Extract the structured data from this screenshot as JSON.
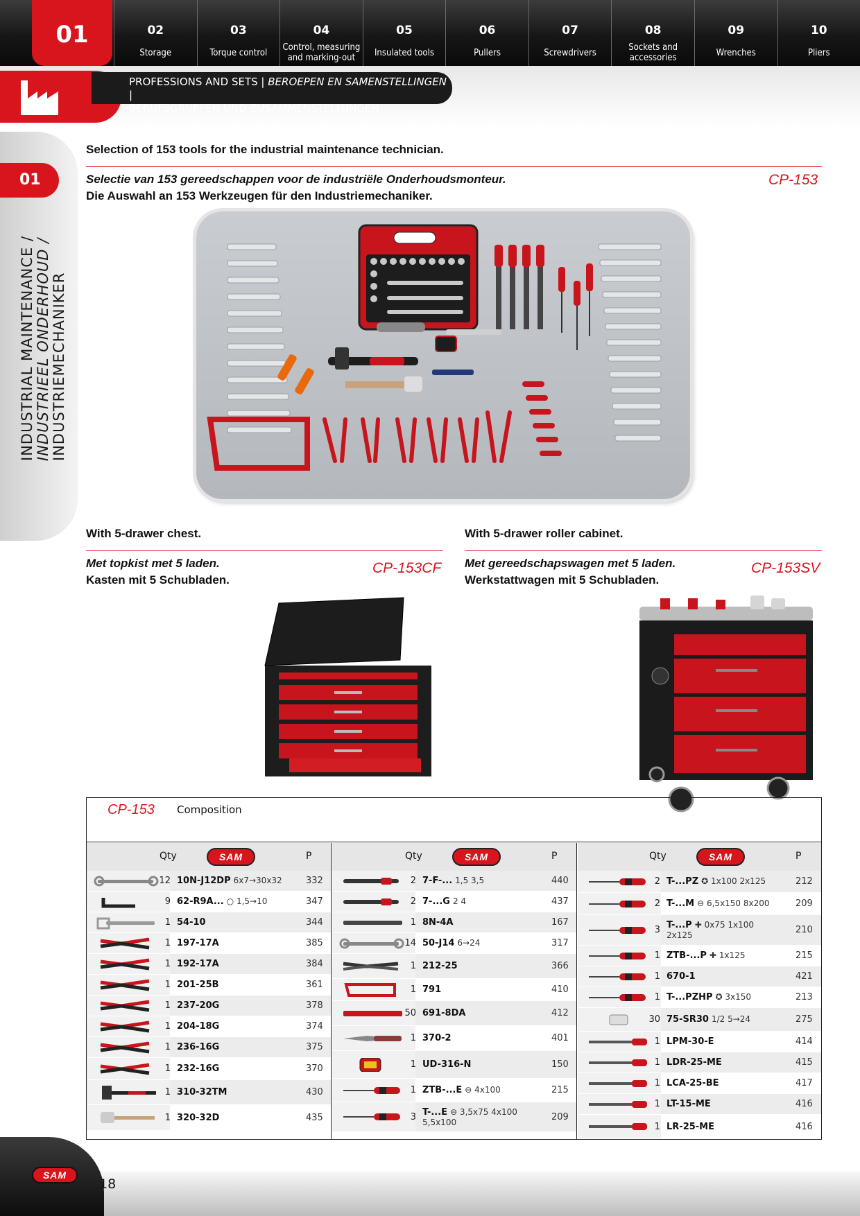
{
  "nav": {
    "active": "01",
    "tabs": [
      {
        "num": "02",
        "label": "Storage"
      },
      {
        "num": "03",
        "label": "Torque control"
      },
      {
        "num": "04",
        "label": "Control, measuring and marking-out"
      },
      {
        "num": "05",
        "label": "Insulated tools"
      },
      {
        "num": "06",
        "label": "Pullers"
      },
      {
        "num": "07",
        "label": "Screwdrivers"
      },
      {
        "num": "08",
        "label": "Sockets and accessories"
      },
      {
        "num": "09",
        "label": "Wrenches"
      },
      {
        "num": "10",
        "label": "Pliers"
      }
    ]
  },
  "section": {
    "line1_a": "PROFESSIONS AND SETS | ",
    "line1_b": "BEROEPEN EN SAMENSTELLINGEN |",
    "line2": "BERUFSGRUPPEN UND ZUSAMMENSTELLUNGEN",
    "side_num": "01",
    "side_line1": "INDUSTRIAL MAINTENANCE /",
    "side_line2": "INDUSTRIEEL ONDERHOUD /",
    "side_line3": "INDUSTRIEMECHANIKER"
  },
  "intro": {
    "en": "Selection of 153 tools for the industrial maintenance technician.",
    "nl": "Selectie van 153 gereedschappen voor de industriële Onderhoudsmonteur.",
    "de": "Die Auswahl an 153 Werkzeugen für den Industriemechaniker.",
    "ref": "CP-153"
  },
  "variant_left": {
    "en": "With 5-drawer chest.",
    "nl": "Met topkist met 5 laden.",
    "de": "Kasten mit 5 Schubladen.",
    "ref": "CP-153CF"
  },
  "variant_right": {
    "en": "With 5-drawer roller cabinet.",
    "nl": "Met gereedschapswagen met 5 laden.",
    "de": "Werkstattwagen mit 5 Schubladen.",
    "ref": "CP-153SV"
  },
  "brand": "SAM",
  "table": {
    "ref": "CP-153",
    "title": "Composition",
    "head_qty": "Qty",
    "head_p": "P",
    "col1": [
      {
        "qty": "12",
        "ref": "10N-J12DP",
        "size": "6x7→30x32",
        "p": "332",
        "icon": "wrench"
      },
      {
        "qty": "9",
        "ref": "62-R9A...",
        "size": "○ 1,5→10",
        "p": "347",
        "icon": "hex-key"
      },
      {
        "qty": "1",
        "ref": "54-10",
        "size": "",
        "p": "344",
        "icon": "adjustable-wrench"
      },
      {
        "qty": "1",
        "ref": "197-17A",
        "size": "",
        "p": "385",
        "icon": "pliers"
      },
      {
        "qty": "1",
        "ref": "192-17A",
        "size": "",
        "p": "384",
        "icon": "pliers"
      },
      {
        "qty": "1",
        "ref": "201-25B",
        "size": "",
        "p": "361",
        "icon": "pliers"
      },
      {
        "qty": "1",
        "ref": "237-20G",
        "size": "",
        "p": "378",
        "icon": "pliers"
      },
      {
        "qty": "1",
        "ref": "204-18G",
        "size": "",
        "p": "374",
        "icon": "pliers"
      },
      {
        "qty": "1",
        "ref": "236-16G",
        "size": "",
        "p": "375",
        "icon": "pliers"
      },
      {
        "qty": "1",
        "ref": "232-16G",
        "size": "",
        "p": "370",
        "icon": "pliers"
      },
      {
        "qty": "1",
        "ref": "310-32TM",
        "size": "",
        "p": "430",
        "icon": "hammer"
      },
      {
        "qty": "1",
        "ref": "320-32D",
        "size": "",
        "p": "435",
        "icon": "mallet"
      }
    ],
    "col2": [
      {
        "qty": "2",
        "ref": "7-F-...",
        "size": "1,5   3,5",
        "p": "440",
        "icon": "punch"
      },
      {
        "qty": "2",
        "ref": "7-...G",
        "size": "2   4",
        "p": "437",
        "icon": "punch"
      },
      {
        "qty": "1",
        "ref": "8N-4A",
        "size": "",
        "p": "167",
        "icon": "chisel"
      },
      {
        "qty": "14",
        "ref": "50-J14",
        "size": "6→24",
        "p": "317",
        "icon": "wrench"
      },
      {
        "qty": "1",
        "ref": "212-25",
        "size": "",
        "p": "366",
        "icon": "locking-pliers"
      },
      {
        "qty": "1",
        "ref": "791",
        "size": "",
        "p": "410",
        "icon": "hacksaw"
      },
      {
        "qty": "50",
        "ref": "691-8DA",
        "size": "",
        "p": "412",
        "icon": "blades"
      },
      {
        "qty": "1",
        "ref": "370-2",
        "size": "",
        "p": "401",
        "icon": "knife"
      },
      {
        "qty": "1",
        "ref": "UD-316-N",
        "size": "",
        "p": "150",
        "icon": "tape-measure"
      },
      {
        "qty": "1",
        "ref": "ZTB-...E",
        "size": "⊖ 4x100",
        "p": "215",
        "icon": "screwdriver"
      },
      {
        "qty": "3",
        "ref": "T-...E",
        "size": "⊖ 3,5x75   4x100",
        "size2": "5,5x100",
        "p": "209",
        "icon": "screwdriver"
      }
    ],
    "col3": [
      {
        "qty": "2",
        "ref": "T-...PZ",
        "size": "✪ 1x100   2x125",
        "p": "212",
        "icon": "screwdriver"
      },
      {
        "qty": "2",
        "ref": "T-...M",
        "size": "⊖ 6,5x150   8x200",
        "p": "209",
        "icon": "screwdriver"
      },
      {
        "qty": "3",
        "ref": "T-...P",
        "size": "✚ 0x75   1x100",
        "size2": "2x125",
        "p": "210",
        "icon": "screwdriver"
      },
      {
        "qty": "1",
        "ref": "ZTB-...P",
        "size": "✚ 1x125",
        "p": "215",
        "icon": "screwdriver"
      },
      {
        "qty": "1",
        "ref": "670-1",
        "size": "",
        "p": "421",
        "icon": "screwdriver"
      },
      {
        "qty": "1",
        "ref": "T-...PZHP",
        "size": "✪ 3x150",
        "p": "213",
        "icon": "screwdriver"
      },
      {
        "qty": "30",
        "ref": "75-SR30",
        "size": "1/2 5→24",
        "p": "275",
        "icon": "socket"
      },
      {
        "qty": "1",
        "ref": "LPM-30-E",
        "size": "",
        "p": "414",
        "icon": "file"
      },
      {
        "qty": "1",
        "ref": "LDR-25-ME",
        "size": "",
        "p": "415",
        "icon": "file"
      },
      {
        "qty": "1",
        "ref": "LCA-25-BE",
        "size": "",
        "p": "417",
        "icon": "file"
      },
      {
        "qty": "1",
        "ref": "LT-15-ME",
        "size": "",
        "p": "416",
        "icon": "file"
      },
      {
        "qty": "1",
        "ref": "LR-25-ME",
        "size": "",
        "p": "416",
        "icon": "file"
      }
    ]
  },
  "footer": {
    "page": "18",
    "logo": "SAM"
  },
  "colors": {
    "brand_red": "#d8141d",
    "dark": "#161616"
  }
}
